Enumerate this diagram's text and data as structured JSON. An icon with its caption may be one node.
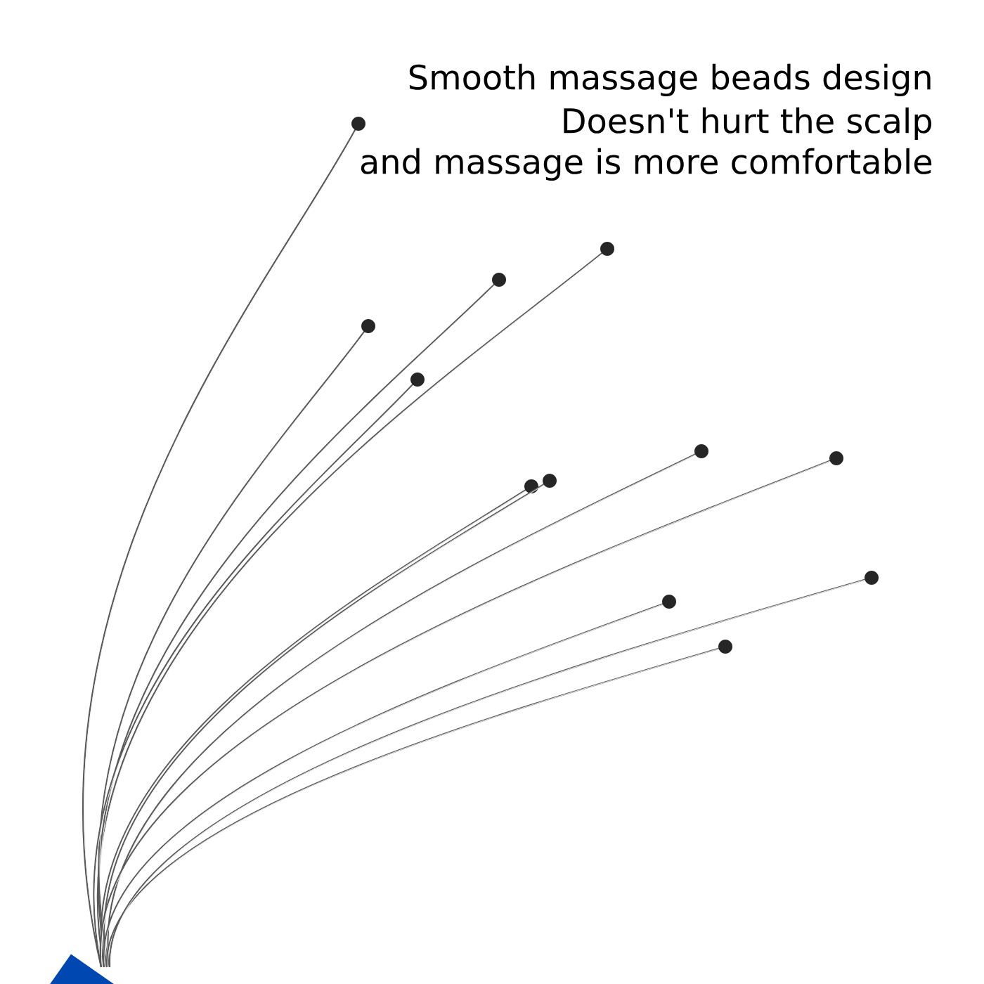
{
  "diagram": {
    "labels": [
      "Smooth massage beads design",
      "Doesn't hurt the scalp",
      "and massage is more comfortable"
    ]
  }
}
